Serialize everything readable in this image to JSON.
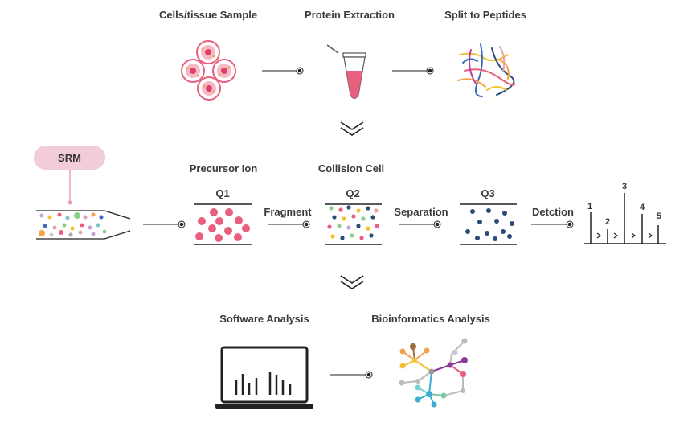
{
  "steps": {
    "cells": "Cells/tissue Sample",
    "protein": "Protein Extraction",
    "split": "Split to Peptides",
    "precursor": "Precursor Ion",
    "collision": "Collision Cell",
    "software": "Software Analysis",
    "bioinfo": "Bioinformatics Analysis"
  },
  "srm": "SRM",
  "quads": {
    "q1": "Q1",
    "q2": "Q2",
    "q3": "Q3"
  },
  "actions": {
    "fragment": "Fragment",
    "separation": "Separation",
    "detection": "Detction"
  },
  "peaks": [
    "1",
    "2",
    "3",
    "4",
    "5"
  ],
  "colors": {
    "accent_pink": "#e8607e",
    "srm_fill": "#f2ccd6",
    "line": "#222222",
    "navy": "#2c4a7a"
  }
}
